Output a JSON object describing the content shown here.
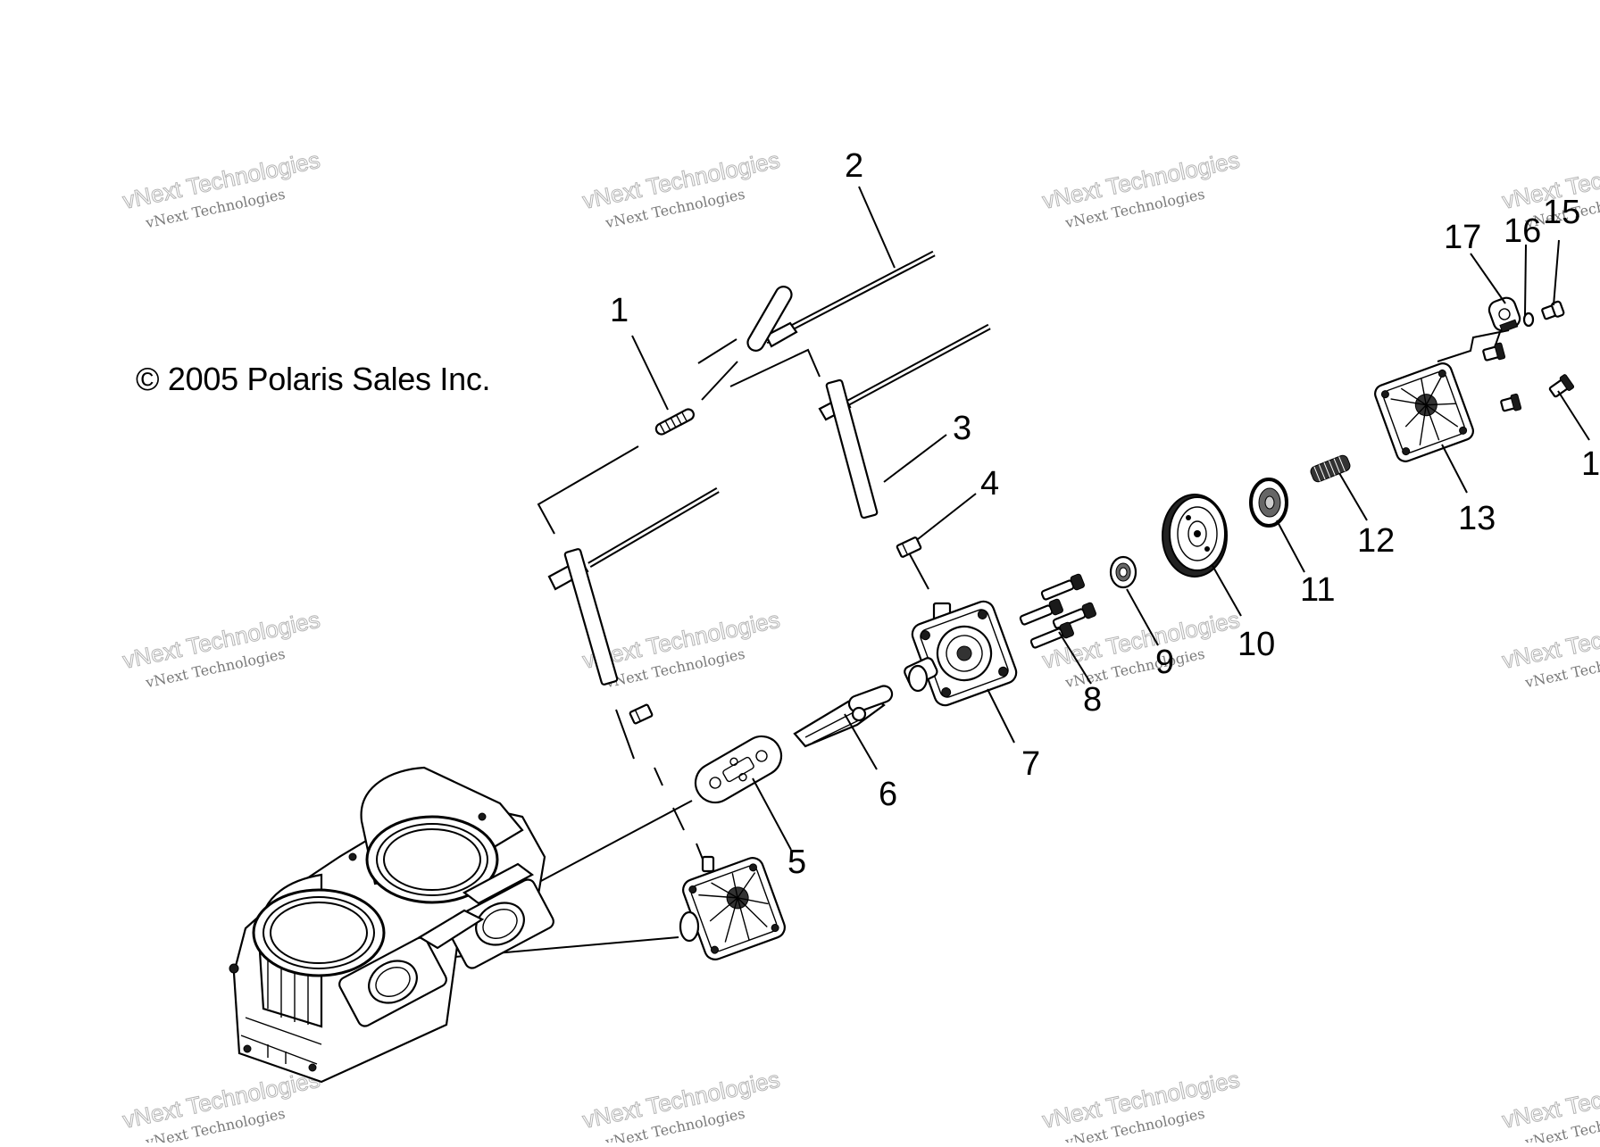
{
  "copyright": "© 2005 Polaris Sales Inc.",
  "watermark": {
    "line1": "vNext Technologies",
    "line2": "vNext Technologies"
  },
  "callouts": [
    "1",
    "2",
    "3",
    "4",
    "5",
    "6",
    "7",
    "8",
    "9",
    "10",
    "11",
    "12",
    "13",
    "1",
    "15",
    "16",
    "17"
  ],
  "colors": {
    "ink": "#000000",
    "watermark": "#b5b5b5",
    "background": "#ffffff"
  }
}
